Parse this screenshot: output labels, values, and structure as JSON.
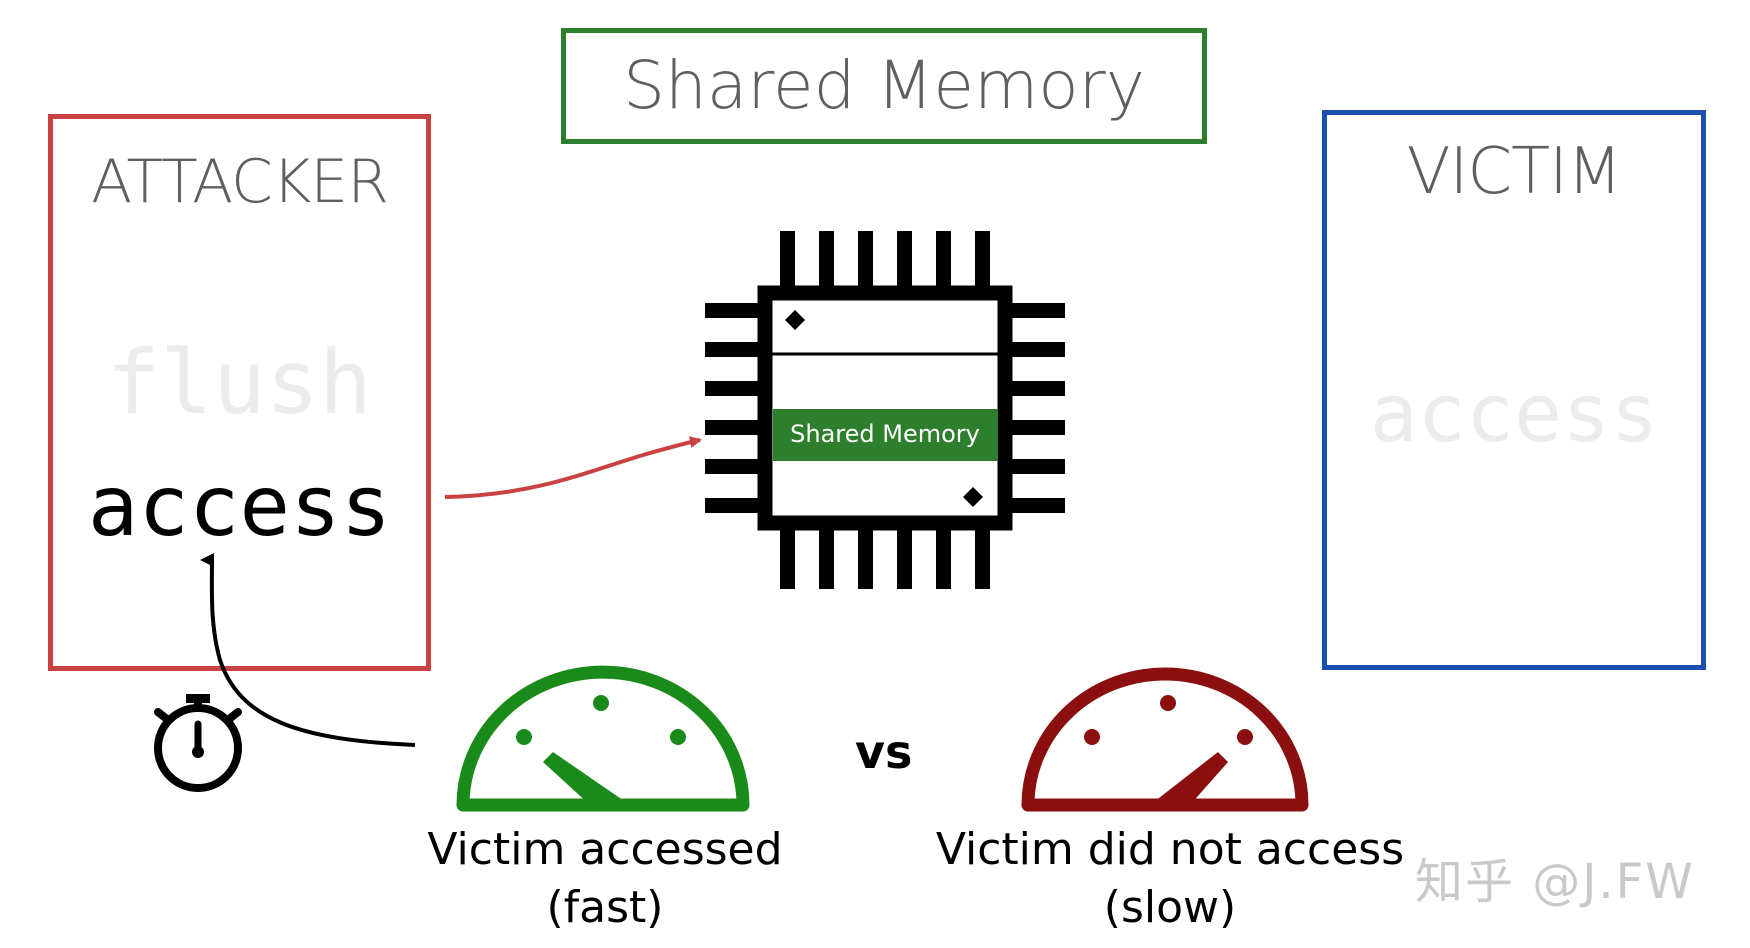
{
  "shared": {
    "title": "Shared Memory"
  },
  "attacker": {
    "title": "ATTACKER",
    "flush": "flush",
    "access": "access"
  },
  "victim": {
    "title": "VICTIM",
    "access": "access"
  },
  "chip": {
    "label": "Shared Memory"
  },
  "gauges": {
    "fast": {
      "line1": "Victim accessed",
      "line2": "(fast)",
      "color": "#1a8a1a"
    },
    "slow": {
      "line1": "Victim did not access",
      "line2": "(slow)",
      "color": "#8b0f0f"
    }
  },
  "vs": "vs",
  "watermark": "知乎 @J.FW",
  "colors": {
    "attacker": "#c94141",
    "victim": "#1a4fb0",
    "shared": "#2d7f2d",
    "arrow": "#c94141"
  }
}
